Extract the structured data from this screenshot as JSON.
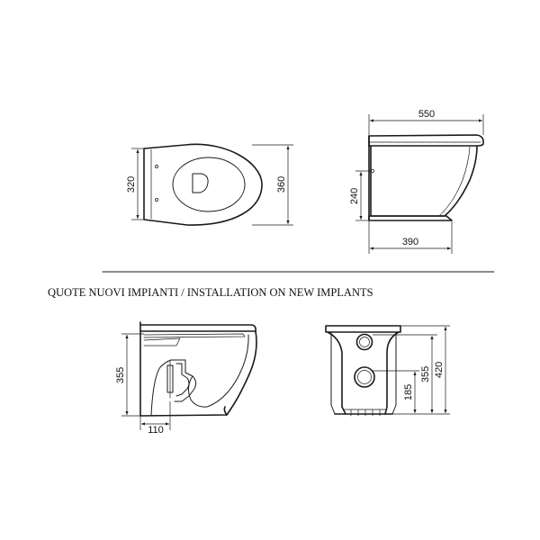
{
  "caption": "QUOTE NUOVI IMPIANTI / INSTALLATION ON NEW IMPLANTS",
  "dimensions": {
    "top_view_width": "320",
    "top_view_length": "360",
    "side_view_length": "550",
    "side_view_height": "240",
    "side_view_base": "390",
    "section_height": "355",
    "section_offset": "110",
    "rear_inlet_height": "185",
    "rear_outlet_height": "355",
    "rear_total_height": "420"
  },
  "colors": {
    "line": "#1a1a1a",
    "background": "#ffffff"
  }
}
